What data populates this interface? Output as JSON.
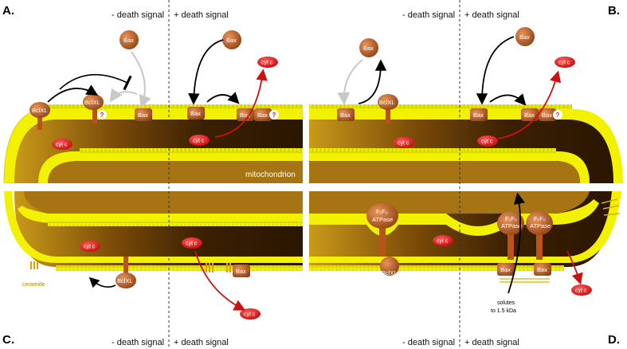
{
  "panels": {
    "a": "A.",
    "b": "B.",
    "c": "C.",
    "d": "D."
  },
  "signals": {
    "minus": "- death signal",
    "plus": "+ death signal"
  },
  "labels": {
    "bax": "Bax",
    "bclxl": "BclXL",
    "cytc": "cyt c",
    "mitochondrion": "mitochondrion",
    "ceramide": "ceramide",
    "atpase_line1": "F₁F₀",
    "atpase_line2": "ATPase",
    "solutes_line1": "solutes",
    "solutes_line2": "to 1.5 kDa",
    "question": "?"
  },
  "colors": {
    "membrane": "#f2f200",
    "matrix_dark": "#3a2000",
    "matrix_light": "#b8860b",
    "protein": "#b8541a",
    "cytc": "#e01e1e",
    "arrow_black": "#000000",
    "arrow_gray": "#c8c8c8",
    "arrow_red": "#cc1111"
  }
}
